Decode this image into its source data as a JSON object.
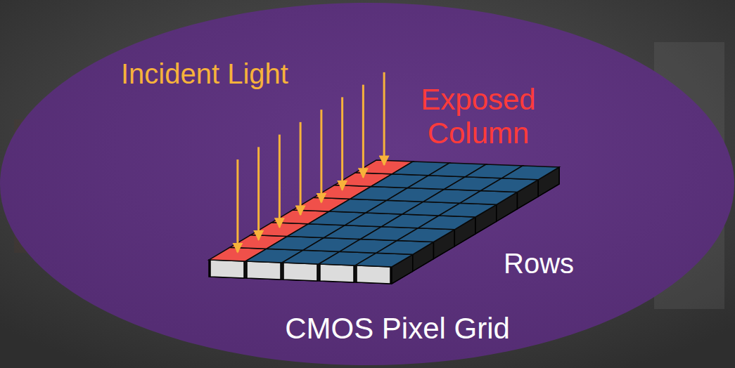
{
  "diagram": {
    "labels": [
      "Incident Light",
      "Exposed Column",
      "Rows",
      "CMOS Pixel Grid"
    ]
  }
}
